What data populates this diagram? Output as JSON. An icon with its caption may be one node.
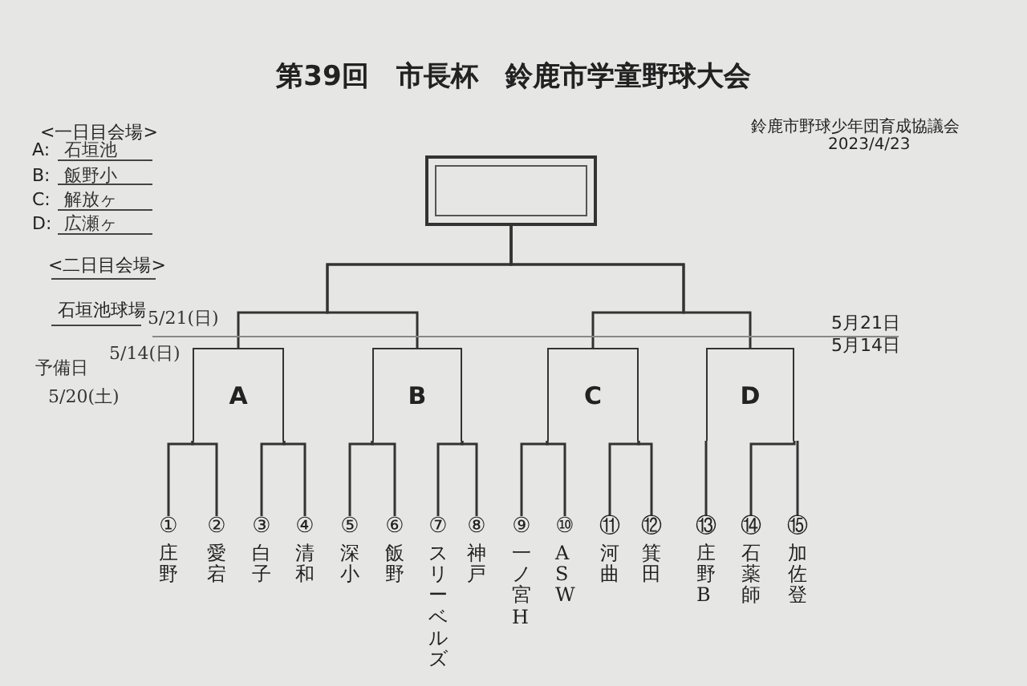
{
  "diagram": {
    "title": "第39回　市長杯　鈴鹿市学童野球大会",
    "nodes": [
      {
        "text": [],
        "shape": "box"
      },
      {
        "text": [
          "A"
        ]
      },
      {
        "text": [
          "B"
        ]
      },
      {
        "text": [
          "C"
        ]
      },
      {
        "text": [
          "D"
        ]
      },
      {
        "text": [
          "①",
          "庄野"
        ]
      },
      {
        "text": [
          "②",
          "愛宕"
        ]
      },
      {
        "text": [
          "③",
          "白子"
        ]
      },
      {
        "text": [
          "④",
          "清和"
        ]
      },
      {
        "text": [
          "⑤",
          "深小"
        ]
      },
      {
        "text": [
          "⑥",
          "飯野"
        ]
      },
      {
        "text": [
          "⑦",
          "スリーベルズ"
        ]
      },
      {
        "text": [
          "⑧",
          "神戸"
        ]
      },
      {
        "text": [
          "⑨",
          "一ノ宮H"
        ]
      },
      {
        "text": [
          "⑩",
          "ASW"
        ]
      },
      {
        "text": [
          "⑪",
          "河曲"
        ]
      },
      {
        "text": [
          "⑫",
          "箕田"
        ]
      },
      {
        "text": [
          "⑬",
          "庄野B"
        ]
      },
      {
        "text": [
          "⑭",
          "石薬師"
        ]
      },
      {
        "text": [
          "⑮",
          "加佐登"
        ]
      }
    ],
    "edges": [
      {
        "from": 1,
        "to": 0,
        "arrow": "none"
      },
      {
        "from": 2,
        "to": 0,
        "arrow": "none"
      },
      {
        "from": 3,
        "to": 0,
        "arrow": "none"
      },
      {
        "from": 4,
        "to": 0,
        "arrow": "none"
      },
      {
        "from": 5,
        "to": 1,
        "arrow": "none"
      },
      {
        "from": 6,
        "to": 1,
        "arrow": "none"
      },
      {
        "from": 7,
        "to": 1,
        "arrow": "none"
      },
      {
        "from": 8,
        "to": 1,
        "arrow": "none"
      },
      {
        "from": 9,
        "to": 2,
        "arrow": "none"
      },
      {
        "from": 10,
        "to": 2,
        "arrow": "none"
      },
      {
        "from": 11,
        "to": 2,
        "arrow": "none"
      },
      {
        "from": 12,
        "to": 2,
        "arrow": "none"
      },
      {
        "from": 13,
        "to": 3,
        "arrow": "none"
      },
      {
        "from": 14,
        "to": 3,
        "arrow": "none"
      },
      {
        "from": 15,
        "to": 3,
        "arrow": "none"
      },
      {
        "from": 16,
        "to": 3,
        "arrow": "none"
      },
      {
        "from": 17,
        "to": 4,
        "arrow": "none"
      },
      {
        "from": 18,
        "to": 4,
        "arrow": "none"
      },
      {
        "from": 19,
        "to": 4,
        "arrow": "none"
      }
    ],
    "labels": [
      "鈴鹿市野球少年団育成協議会",
      "2023/4/23",
      "<一日目会場>",
      "A:",
      "石垣池",
      "B:",
      "飯野小",
      "C:",
      "解放ヶ",
      "D:",
      "広瀬ヶ",
      "<二日目会場>",
      "石垣池球場",
      "5/21(日)",
      "5/14(日)",
      "予備日",
      "5/20(土)",
      "5月21日",
      "5月14日"
    ]
  }
}
